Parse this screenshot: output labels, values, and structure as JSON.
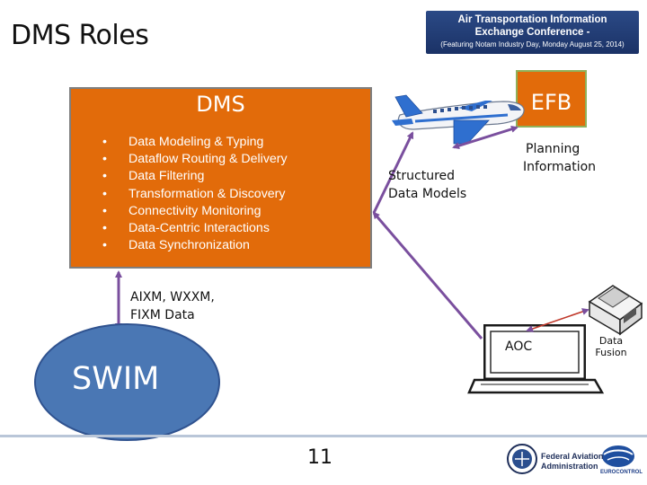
{
  "slide": {
    "title": "DMS Roles",
    "page_number": "11"
  },
  "banner": {
    "line1": "Air Transportation Information",
    "line2": "Exchange Conference -",
    "line3": "(Featuring Notam Industry Day, Monday August 25, 2014)"
  },
  "dms": {
    "title": "DMS",
    "items": [
      "Data Modeling & Typing",
      "Dataflow Routing & Delivery",
      "Data Filtering",
      "Transformation & Discovery",
      "Connectivity Monitoring",
      "Data-Centric Interactions",
      "Data Synchronization"
    ]
  },
  "efb": {
    "label": "EFB"
  },
  "labels": {
    "planning_line1": "Planning",
    "planning_line2": "Information",
    "structured_line1": "Structured",
    "structured_line2": "Data Models",
    "aixm_line1": "AIXM, WXXM,",
    "aixm_line2": "FIXM Data",
    "swim": "SWIM",
    "aoc": "AOC",
    "fusion_line1": "Data",
    "fusion_line2": "Fusion"
  },
  "footer": {
    "faa_line1": "Federal Aviation",
    "faa_line2": "Administration",
    "eurocontrol": "EUROCONTROL"
  },
  "colors": {
    "dms_fill": "#e26b0a",
    "swim_fill": "#4a77b4",
    "arrow": "#7a4f9e",
    "banner": "#1b3266"
  },
  "icons": [
    "airplane-icon",
    "laptop-icon",
    "data-fusion-device-icon",
    "faa-seal-icon",
    "eurocontrol-logo-icon"
  ]
}
